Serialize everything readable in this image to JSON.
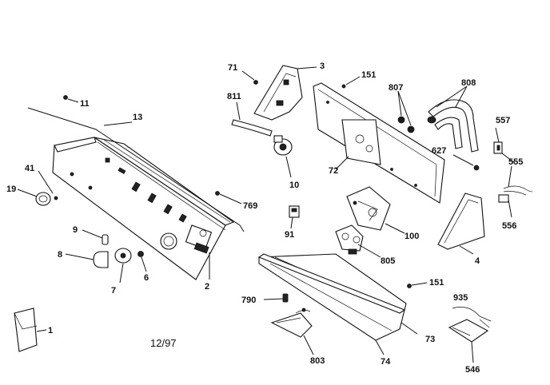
{
  "diagram": {
    "date_code": "12/97",
    "callouts": [
      {
        "id": "c-71",
        "text": "71"
      },
      {
        "id": "c-3",
        "text": "3"
      },
      {
        "id": "c-151a",
        "text": "151"
      },
      {
        "id": "c-807",
        "text": "807"
      },
      {
        "id": "c-808",
        "text": "808"
      },
      {
        "id": "c-811",
        "text": "811"
      },
      {
        "id": "c-11",
        "text": "11"
      },
      {
        "id": "c-13",
        "text": "13"
      },
      {
        "id": "c-557",
        "text": "557"
      },
      {
        "id": "c-627",
        "text": "627"
      },
      {
        "id": "c-555",
        "text": "555"
      },
      {
        "id": "c-41",
        "text": "41"
      },
      {
        "id": "c-19",
        "text": "19"
      },
      {
        "id": "c-10",
        "text": "10"
      },
      {
        "id": "c-72",
        "text": "72"
      },
      {
        "id": "c-769",
        "text": "769"
      },
      {
        "id": "c-556",
        "text": "556"
      },
      {
        "id": "c-9",
        "text": "9"
      },
      {
        "id": "c-91",
        "text": "91"
      },
      {
        "id": "c-100",
        "text": "100"
      },
      {
        "id": "c-8",
        "text": "8"
      },
      {
        "id": "c-6",
        "text": "6"
      },
      {
        "id": "c-805",
        "text": "805"
      },
      {
        "id": "c-4",
        "text": "4"
      },
      {
        "id": "c-2",
        "text": "2"
      },
      {
        "id": "c-7",
        "text": "7"
      },
      {
        "id": "c-151b",
        "text": "151"
      },
      {
        "id": "c-790",
        "text": "790"
      },
      {
        "id": "c-935",
        "text": "935"
      },
      {
        "id": "c-1",
        "text": "1"
      },
      {
        "id": "c-73",
        "text": "73"
      },
      {
        "id": "c-803",
        "text": "803"
      },
      {
        "id": "c-74",
        "text": "74"
      },
      {
        "id": "c-546",
        "text": "546"
      }
    ]
  }
}
